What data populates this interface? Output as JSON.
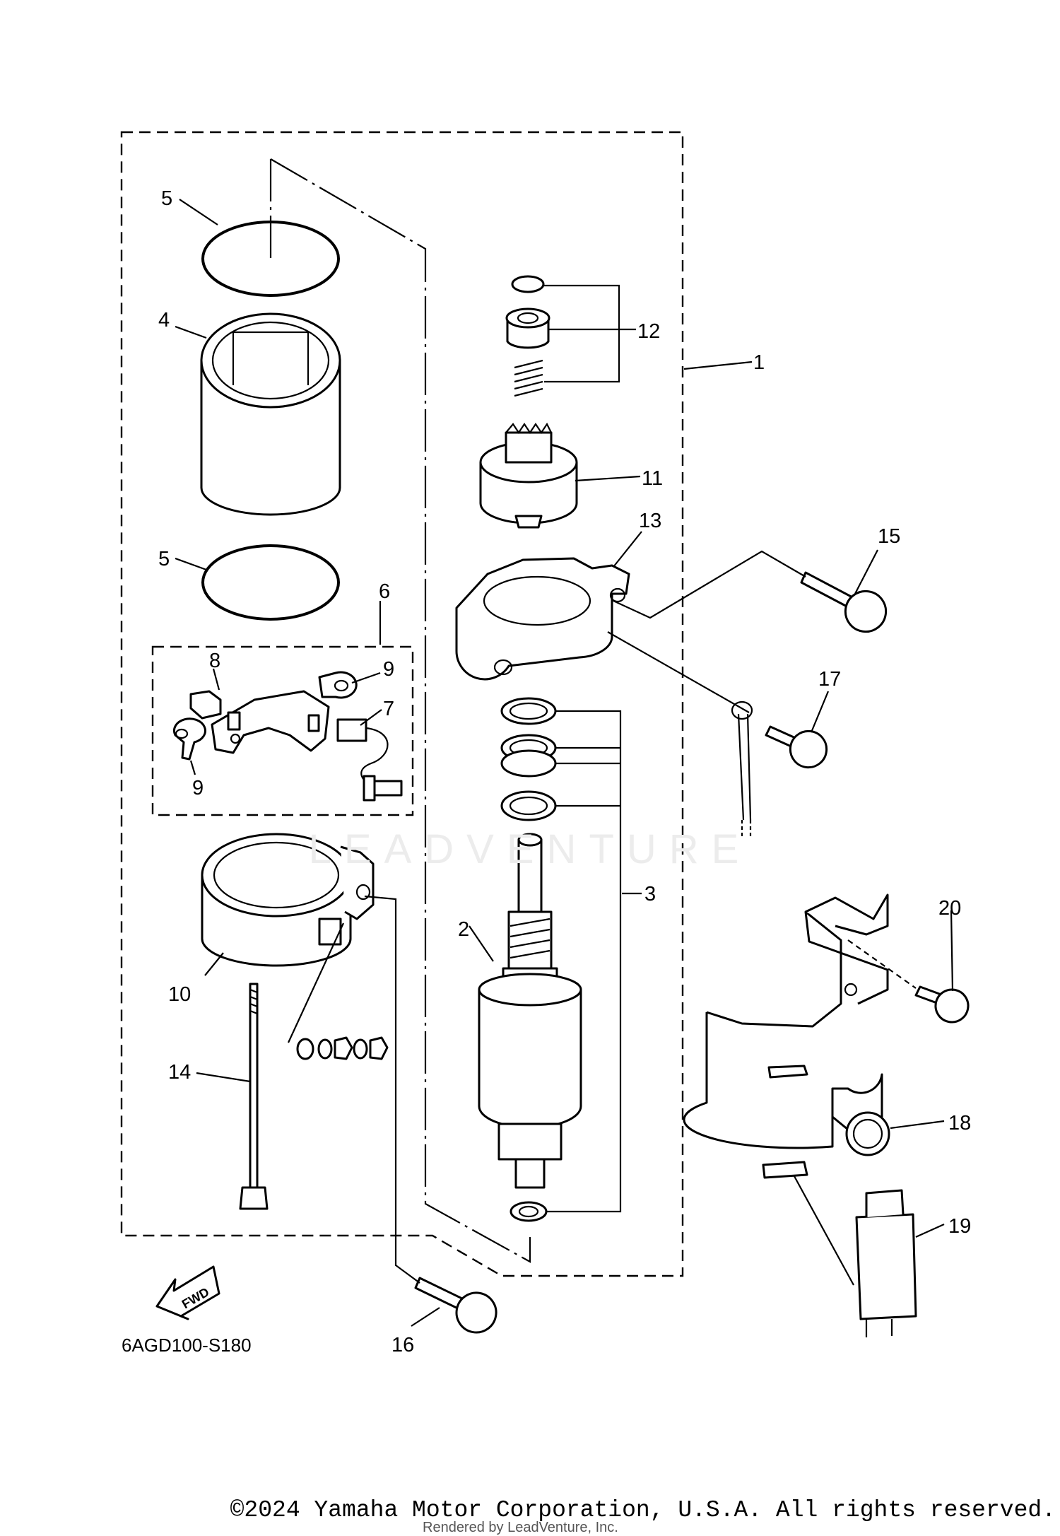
{
  "diagram": {
    "code": "6AGD100-S180",
    "fwd_label": "FWD",
    "labels": {
      "p1": "1",
      "p2": "2",
      "p3": "3",
      "p4": "4",
      "p5a": "5",
      "p5b": "5",
      "p6": "6",
      "p7": "7",
      "p8": "8",
      "p9a": "9",
      "p9b": "9",
      "p10": "10",
      "p11": "11",
      "p12": "12",
      "p13": "13",
      "p14": "14",
      "p15": "15",
      "p16": "16",
      "p17": "17",
      "p18": "18",
      "p19": "19",
      "p20": "20"
    }
  },
  "footer": {
    "copyright": "©2024 Yamaha Motor Corporation, U.S.A. All rights reserved.",
    "rendered_by": "Rendered by LeadVenture, Inc."
  },
  "watermark": "LEADVENTURE"
}
